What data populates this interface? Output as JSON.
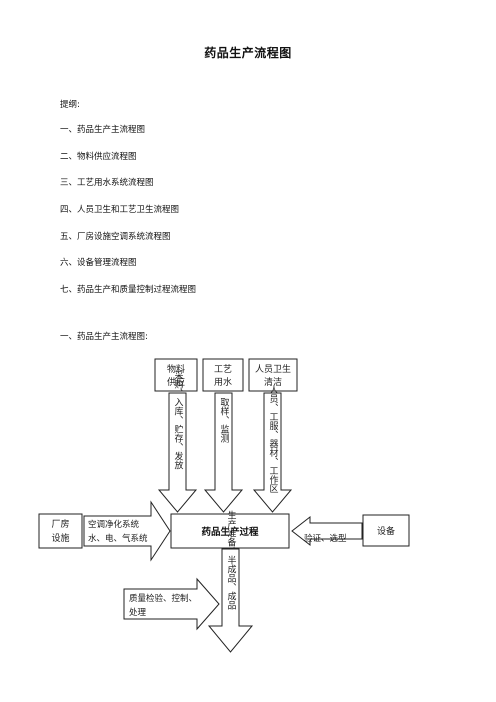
{
  "document": {
    "title": "药品生产流程图",
    "outline_label": "提纲:",
    "outline_items": [
      "一、药品生产主流程图",
      "二、物料供应流程图",
      "三、工艺用水系统流程图",
      "四、人员卫生和工艺卫生流程图",
      "五、厂房设施空调系统流程图",
      "六、设备管理流程图",
      "七、药品生产和质量控制过程流程图"
    ],
    "section_heading": "一、药品生产主流程图:"
  },
  "diagram": {
    "top_boxes": [
      {
        "lines": [
          "物料",
          "供应"
        ]
      },
      {
        "lines": [
          "工艺",
          "用水"
        ]
      },
      {
        "lines": [
          "人员卫生",
          "清洁"
        ]
      }
    ],
    "down_arrows": [
      {
        "text": "采购、入库、贮存、发放"
      },
      {
        "text": "取样、监测"
      },
      {
        "text": "人员、工服、器材、工作区"
      }
    ],
    "center_box": "药品生产过程",
    "left_box": {
      "lines": [
        "厂房",
        "设施"
      ]
    },
    "left_arrow": {
      "lines": [
        "空调净化系统",
        "水、电、气系统"
      ]
    },
    "right_box": "设备",
    "right_arrow": "验证、选型",
    "bottom_arrow": "生产准备、半成品、成品",
    "qc_arrow": {
      "lines": [
        "质量检验、控制、",
        "处理"
      ]
    }
  }
}
